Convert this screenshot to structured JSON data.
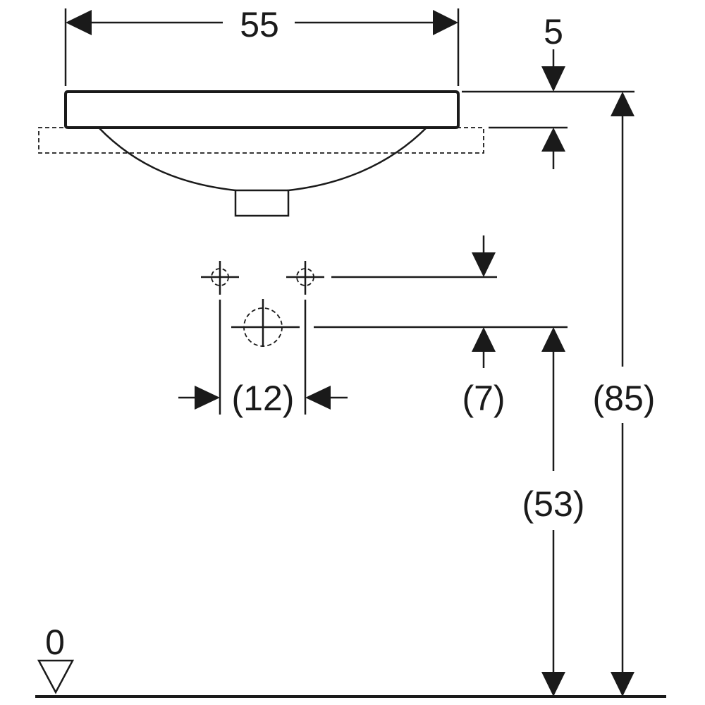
{
  "dimensions": {
    "width": "55",
    "rim_height": "5",
    "hole_spacing": "(12)",
    "tap_offset": "(7)",
    "drain_height": "(53)",
    "total_height": "(85)",
    "floor_level": "0"
  },
  "colors": {
    "line": "#1a1a1a",
    "background": "#ffffff"
  }
}
